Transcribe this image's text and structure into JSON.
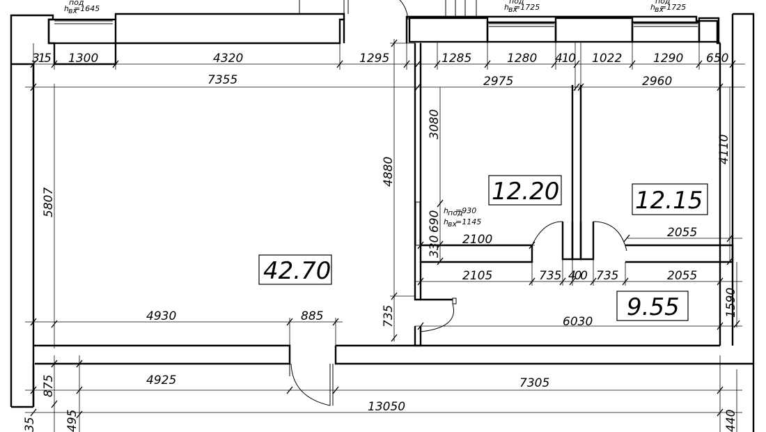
{
  "window_heights": [
    {
      "label": "h",
      "sup": "под",
      "sub": "вх",
      "value": "=1645"
    },
    {
      "label": "h",
      "sup": "под",
      "sub": "вх",
      "value": "=1725"
    },
    {
      "label": "h",
      "sup": "под",
      "sub": "вх",
      "value": "=1725"
    }
  ],
  "top_chain": [
    "315",
    "1300",
    "4320",
    "1295",
    "1285",
    "1280",
    "410",
    "1022",
    "1290",
    "650"
  ],
  "second_chain": [
    "7355",
    "2975",
    "2960"
  ],
  "vertical_dims": [
    "5807",
    "3080",
    "4880",
    "4110",
    "690",
    "330",
    "735",
    "1590",
    "875",
    "35",
    "495",
    "440"
  ],
  "inner_dims": [
    "2100",
    "2055",
    "2105",
    "735",
    "400",
    "735",
    "2055",
    "6030",
    "4930",
    "885",
    "4925",
    "7305",
    "13050"
  ],
  "window_note": {
    "h1": "h",
    "h1_sub": "под",
    "h1_value": "=930",
    "h2": "h",
    "h2_sub": "вх",
    "h2_value": "=1145"
  },
  "room_areas": [
    "42.70",
    "12.20",
    "12.15",
    "9.55"
  ]
}
